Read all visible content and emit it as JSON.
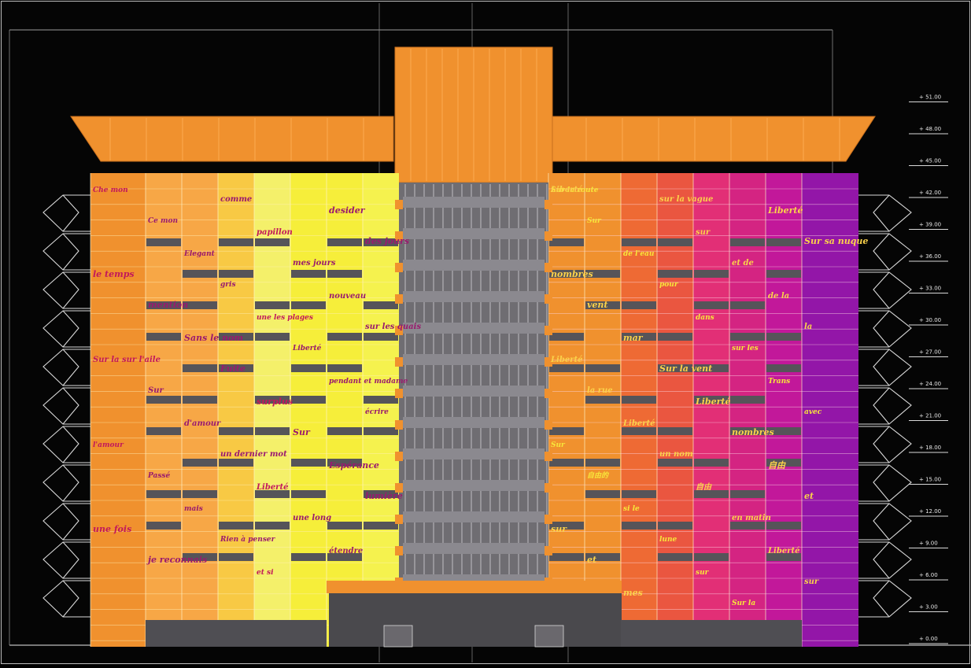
{
  "drawing": {
    "background": "#050505",
    "line_color": "#d9d9d9",
    "colors": {
      "orange": "#f0912e",
      "orange_light": "#f7a746",
      "yellow": "#f6ee3a",
      "yellow_light": "#f4f06a",
      "red_orange": "#ee6a34",
      "pink": "#e22f76",
      "magenta": "#c2189a",
      "purple": "#9316a8",
      "dark_band": "#565459",
      "core_grey": "#6f6d72",
      "text_magenta": "#9a1a6e",
      "text_yellow": "#f7e63a"
    }
  },
  "level_markers": [
    "+ 0.00",
    "+ 3.00",
    "+ 6.00",
    "+ 9.00",
    "+ 12.00",
    "+ 15.00",
    "+ 18.00",
    "+ 21.00",
    "+ 24.00",
    "+ 27.00",
    "+ 30.00",
    "+ 33.00",
    "+ 36.00",
    "+ 39.00",
    "+ 42.00",
    "+ 45.00",
    "+ 48.00",
    "+ 51.00"
  ],
  "facade_texts": {
    "left": [
      "Che mon",
      "comme",
      "desider",
      "Ce mon",
      "papillon",
      "des jours",
      "Elegant",
      "mes jours",
      "le temps",
      "gris",
      "nouveau",
      "mention",
      "une les plages",
      "sur les quais",
      "Sans le nom",
      "Liberté",
      "Sur la sur l'aile",
      "Fuite",
      "pendant et madame",
      "Sur",
      "surplus",
      "écrire",
      "d'amour",
      "Sur",
      "l'amour",
      "un dernier mot",
      "Espérance",
      "Passé",
      "Liberté",
      "lumière",
      "mais",
      "une long",
      "une fois",
      "Rien à penser",
      "étendre",
      "je reconnais",
      "et si"
    ],
    "right": [
      "Sur la route",
      "sur la vague",
      "Liberté",
      "Sur",
      "sur",
      "Sur sa nuque",
      "de l'eau",
      "et de",
      "nombres",
      "pour",
      "de la",
      "vent",
      "dans",
      "la",
      "mar",
      "sur les",
      "Liberté",
      "Sur la vent",
      "Trans",
      "la rue",
      "Liberté",
      "avec",
      "Liberté",
      "nombres",
      "Sur",
      "un nom",
      "自由",
      "自由的",
      "自由",
      "et",
      "si le",
      "en matin",
      "sur",
      "lune",
      "Liberté",
      "et",
      "sur",
      "sur",
      "mes",
      "Sur la",
      "Liberté"
    ]
  }
}
